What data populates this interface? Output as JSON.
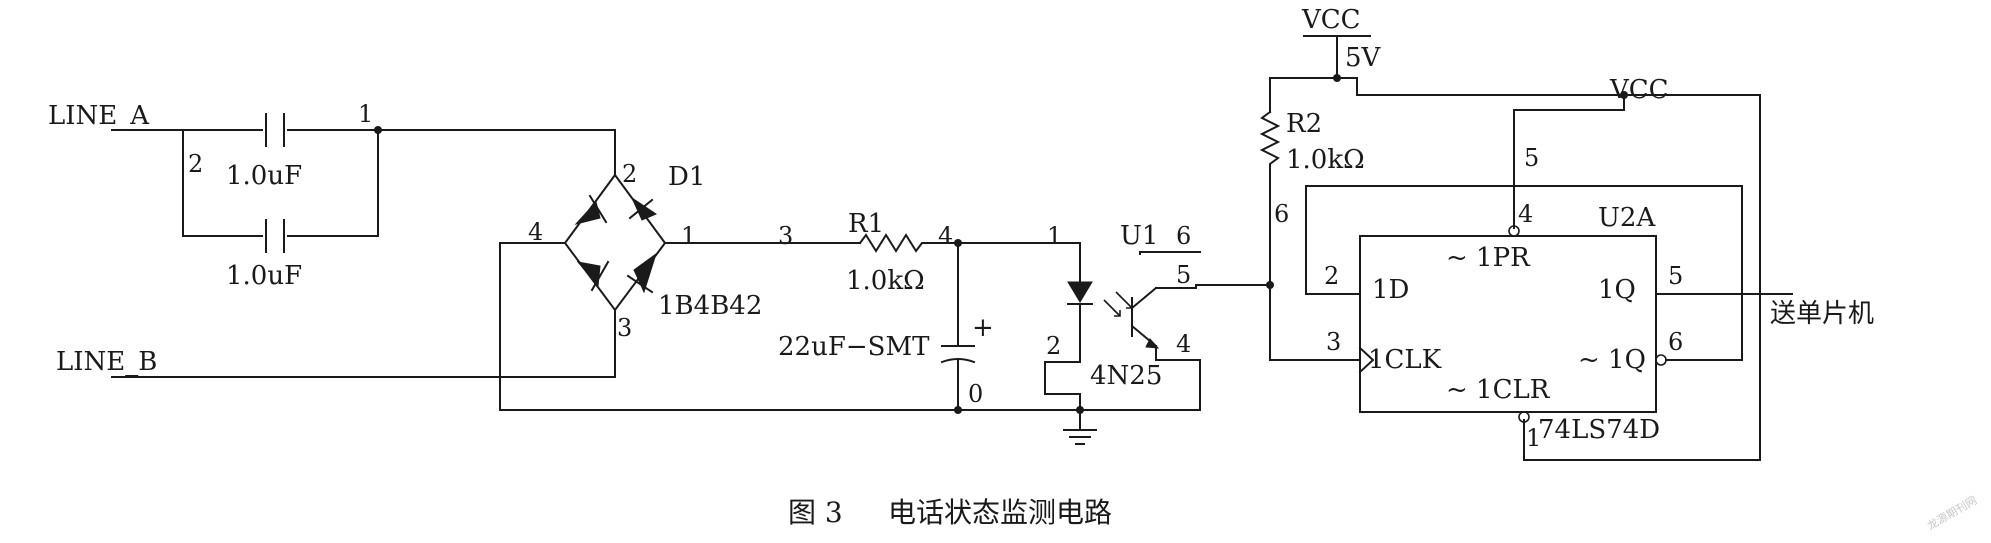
{
  "caption": {
    "figure_number": "图 3",
    "title": "电话状态监测电路"
  },
  "nets": {
    "line_a": "LINE_A",
    "line_b": "LINE_B",
    "vcc_top": "VCC",
    "vcc_top_voltage": "5V",
    "vcc_chip": "VCC",
    "output": "送单片机"
  },
  "components": {
    "c_top": {
      "value": "1.0uF"
    },
    "c_bottom": {
      "value": "1.0uF"
    },
    "bridge": {
      "ref": "D1",
      "part": "1B4B42"
    },
    "r1": {
      "ref": "R1",
      "value": "1.0kΩ"
    },
    "c_smt": {
      "value": "22uF−SMT",
      "polarity": "+"
    },
    "optocoupler": {
      "ref": "U1",
      "part": "4N25"
    },
    "r2": {
      "ref": "R2",
      "value": "1.0kΩ"
    },
    "flipflop": {
      "ref": "U2A",
      "part": "74LS74D",
      "pins": {
        "d": "1D",
        "clk": "1CLK",
        "q": "1Q",
        "qn": "~ 1Q",
        "pr": "~ 1PR",
        "clr": "~ 1CLR"
      }
    }
  },
  "node_labels": {
    "n1": "1",
    "n2": "2",
    "n3": "3",
    "n4": "4",
    "n0": "0",
    "n5": "5",
    "n6": "6"
  },
  "pin_labels": {
    "bridge_top": "2",
    "bridge_right": "1",
    "bridge_left": "4",
    "bridge_bottom": "3",
    "opto_1": "1",
    "opto_2": "2",
    "opto_6": "6",
    "opto_5": "5",
    "opto_4": "4",
    "ff_d": "2",
    "ff_clk": "3",
    "ff_pr": "4",
    "ff_q": "5",
    "ff_qn": "6",
    "ff_clr": "1"
  },
  "watermark": "龙源期刊网"
}
